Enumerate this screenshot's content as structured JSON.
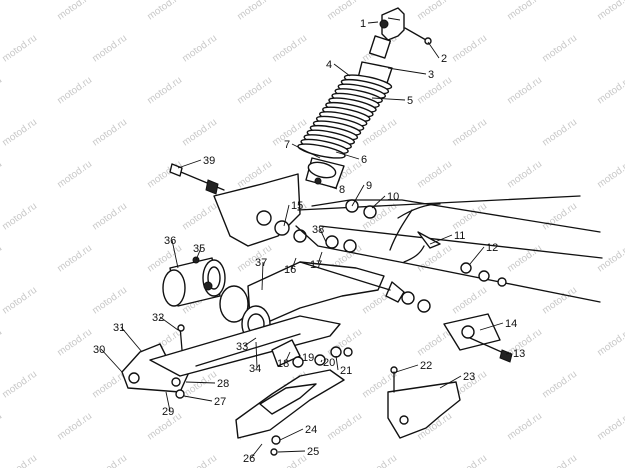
{
  "watermark": "motod.ru",
  "callouts": [
    "1",
    "2",
    "3",
    "4",
    "5",
    "6",
    "7",
    "8",
    "9",
    "10",
    "11",
    "12",
    "13",
    "14",
    "15",
    "16",
    "17",
    "18",
    "19",
    "20",
    "21",
    "22",
    "23",
    "24",
    "25",
    "26",
    "27",
    "28",
    "29",
    "30",
    "31",
    "32",
    "33",
    "34",
    "35",
    "36",
    "37",
    "38",
    "39"
  ]
}
